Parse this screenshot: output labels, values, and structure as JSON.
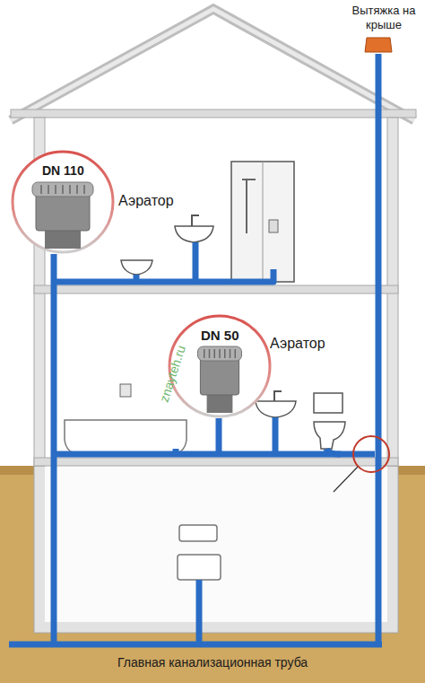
{
  "diagram": {
    "nodes": [
      {
        "text": [
          "DN 110",
          "Аэратор"
        ]
      },
      {
        "text": [
          "DN 50",
          "Аэратор"
        ]
      }
    ],
    "labels": [
      "Вытяжка на крыше",
      "znayteh.ru",
      "Главная канализационная труба"
    ]
  }
}
